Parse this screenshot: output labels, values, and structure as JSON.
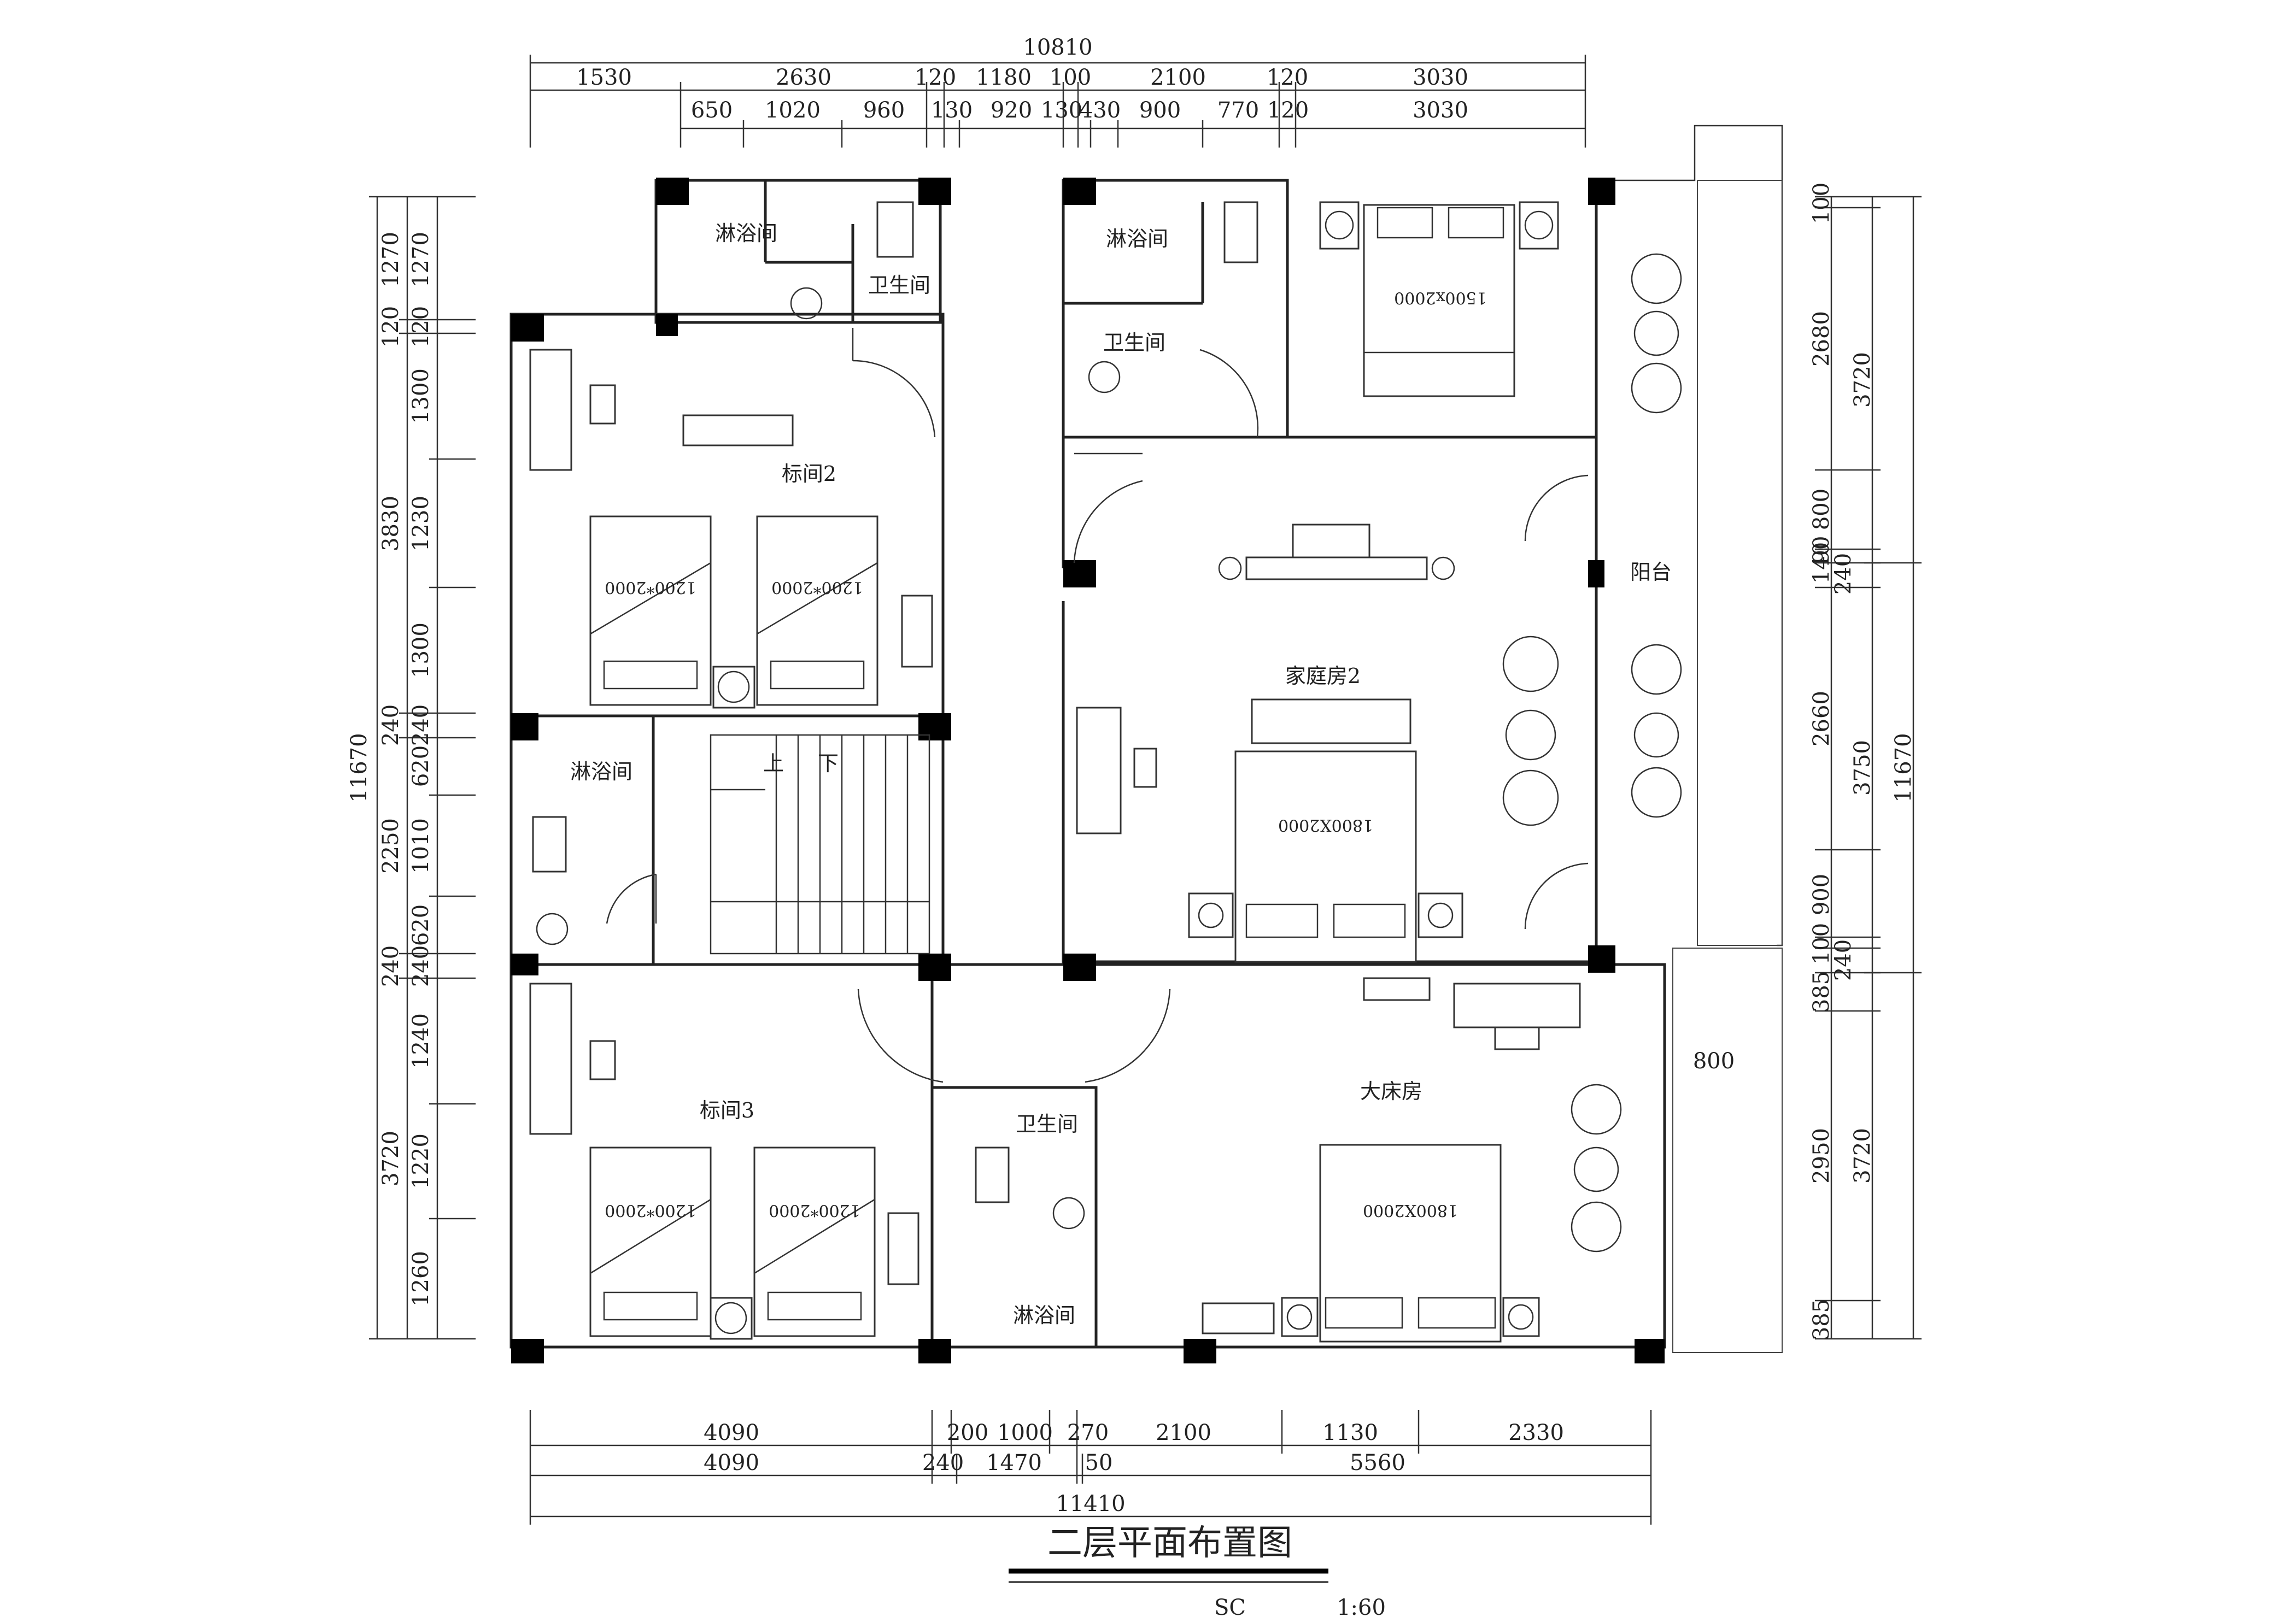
{
  "title": "二层平面布置图",
  "scale": {
    "label": "SC",
    "value": "1:60"
  },
  "rooms": {
    "shower_top_left": "淋浴间",
    "toilet_top_left": "卫生间",
    "shower_top_mid": "淋浴间",
    "toilet_top_mid": "卫生间",
    "twin2": "标间2",
    "family2": "家庭房2",
    "balcony": "阳台",
    "shower_mid_left": "淋浴间",
    "stair_up": "上",
    "stair_down": "下",
    "twin3": "标间3",
    "toilet_bottom": "卫生间",
    "shower_bottom": "淋浴间",
    "kingroom": "大床房"
  },
  "beds": {
    "top_right": "1500x2000",
    "twin2_a": "1200*2000",
    "twin2_b": "1200*2000",
    "family2": "1800X2000",
    "twin3_a": "1200*2000",
    "twin3_b": "1200*2000",
    "kingroom": "1800X2000"
  },
  "dims_top": {
    "total": "10810",
    "row1": [
      "1530",
      "2630",
      "120",
      "1180",
      "100",
      "2100",
      "120",
      "3030"
    ],
    "row2": [
      "650",
      "1020",
      "960",
      "130",
      "920",
      "130",
      "430",
      "900",
      "770",
      "120",
      "3030"
    ]
  },
  "dims_bottom": {
    "row1": [
      "4090",
      "200",
      "1000",
      "270",
      "2100",
      "1130",
      "2330"
    ],
    "row2": [
      "4090",
      "240",
      "1470",
      "50",
      "5560"
    ],
    "total": "11410"
  },
  "dims_left": {
    "total": "11670",
    "mid": [
      "1270",
      "120",
      "3830",
      "240",
      "2250",
      "240",
      "3720"
    ],
    "inner": [
      "1270",
      "120",
      "1300",
      "1230",
      "1300",
      "240",
      "620",
      "1010",
      "620",
      "240",
      "1240",
      "1220",
      "1260"
    ]
  },
  "dims_right": {
    "total": "11670",
    "mid": [
      "3720",
      "3750",
      "3720"
    ],
    "inner": [
      "100",
      "2680",
      "800",
      "90",
      "140",
      "240",
      "2660",
      "900",
      "100",
      "240",
      "385",
      "2950",
      "385"
    ]
  },
  "dims_inner_balcony": "800"
}
